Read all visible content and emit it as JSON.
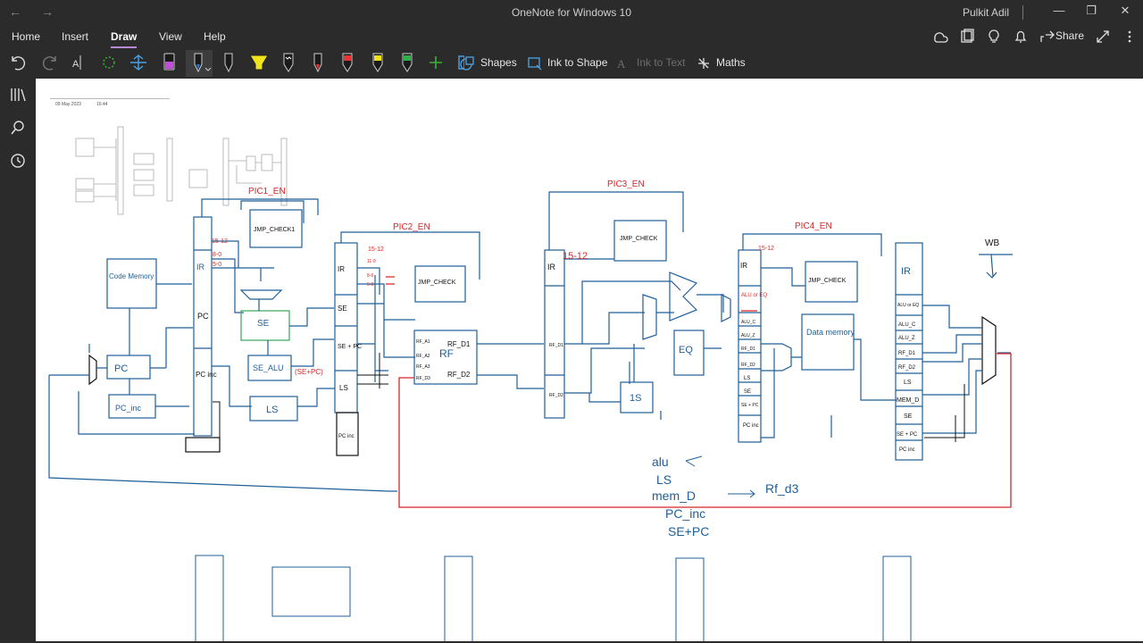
{
  "app": {
    "title": "OneNote for Windows 10",
    "user": "Pulkit Adil"
  },
  "menu": {
    "home": "Home",
    "insert": "Insert",
    "draw": "Draw",
    "view": "View",
    "help": "Help",
    "share": "Share"
  },
  "toolbar": {
    "shapes": "Shapes",
    "ink_to_shape": "Ink to Shape",
    "ink_to_text": "Ink to Text",
    "maths": "Maths"
  },
  "page": {
    "date": "09 May 2023",
    "time": "16:44"
  },
  "sketch": {
    "pic1_en": "PIC1_EN",
    "pic2_en": "PIC2_EN",
    "pic3_en": "PIC3_EN",
    "pic4_en": "PIC4_EN",
    "wb": "WB",
    "code_memory": "Code Memory",
    "pc": "PC",
    "pc_inc": "PC_inc",
    "ir": "IR",
    "pc_label": "PC",
    "pc_inc_reg": "PC inc",
    "jmp_check1": "JMP_CHECK1",
    "se": "SE",
    "se_alu": "SE_ALU",
    "se_pc": "(SE+PC)",
    "ls": "LS",
    "rf": "RF",
    "rf_d1": "RF_D1",
    "rf_d2": "RF_D2",
    "rf_a1": "RF_A1",
    "rf_a2": "RF_A2",
    "rf_a3": "RF_A3",
    "rf_d3": "RF_D3",
    "jmp_check": "JMP_CHECK",
    "bits_15_12": "15-12",
    "bits_8_0": "8-0",
    "bits_5_0": "5-0",
    "bits_11_9": "11-9",
    "bits_8_6": "8-6",
    "bits_5_3": "5-3",
    "se_pc_reg": "SE + PC",
    "eq": "EQ",
    "one_s": "1S",
    "data_memory": "Data memory",
    "alu_or_eq": "ALU or EQ",
    "alu_c": "ALU_C",
    "alu_z": "ALU_Z",
    "rf_d1_reg": "RF_D1",
    "rf_d2_reg": "RF_D2",
    "mem_d": "MEM_D",
    "alu_note": "alu",
    "ls_note": "LS",
    "mem_d_note": "mem_D",
    "rf_d3_note": "Rf_d3",
    "pc_inc_note": "PC_inc",
    "se_pc_note": "SE+PC"
  }
}
